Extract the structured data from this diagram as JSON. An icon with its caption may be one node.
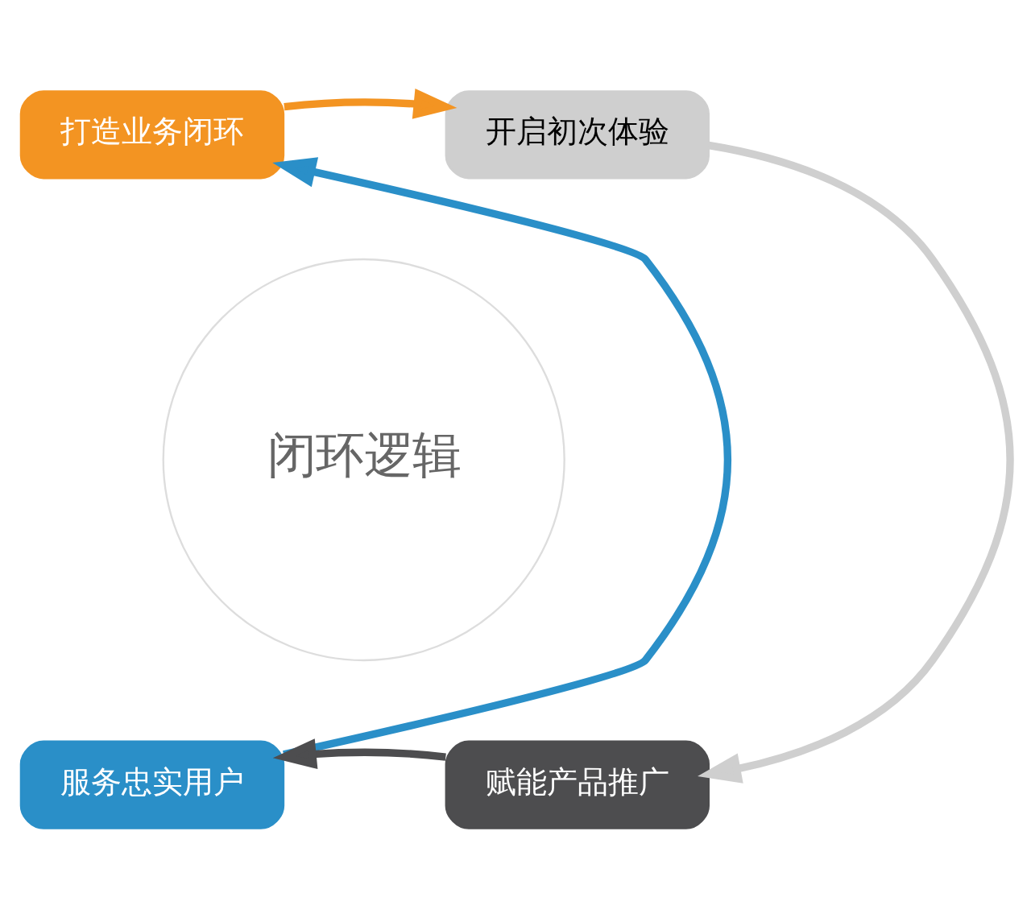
{
  "diagram": {
    "nodes": [
      {
        "text": [
          "打造业务闭环"
        ]
      },
      {
        "text": [
          "开启初次体验"
        ]
      },
      {
        "text": [
          "闭环逻辑"
        ]
      },
      {
        "text": [
          "服务忠实用户"
        ]
      },
      {
        "text": [
          "赋能产品推广"
        ]
      }
    ],
    "edges": [
      {
        "from": 0,
        "to": 1,
        "arrow": "to",
        "color": "#f39422"
      },
      {
        "from": 1,
        "to": 4,
        "arrow": "to",
        "color": "#cfcfcf"
      },
      {
        "from": 4,
        "to": 3,
        "arrow": "to",
        "color": "#4d4d4f"
      },
      {
        "from": 3,
        "to": 0,
        "arrow": "to",
        "color": "#2a8fc8"
      }
    ]
  }
}
